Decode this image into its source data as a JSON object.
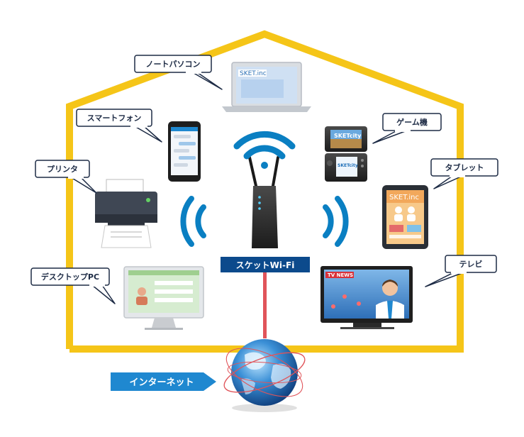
{
  "colors": {
    "house_outline": "#f5c518",
    "wifi_wave": "#0a7fc2",
    "label_fill": "#1f88d0",
    "router_label_fill": "#0c4a8c",
    "bubble_border": "#1d2b45",
    "cable": "#e0545a"
  },
  "devices": {
    "laptop": {
      "label": "ノートパソコン",
      "screen_text": "SKET.inc",
      "icon": "laptop-icon"
    },
    "smartphone": {
      "label": "スマートフォン",
      "icon": "smartphone-icon"
    },
    "game_console": {
      "label": "ゲーム機",
      "screen_text": "SKETcity",
      "screen_text_bottom": "SKETcity",
      "icon": "game-console-icon"
    },
    "printer": {
      "label": "プリンタ",
      "icon": "printer-icon"
    },
    "tablet": {
      "label": "タブレット",
      "screen_text": "SKET.inc",
      "icon": "tablet-icon"
    },
    "desktop_pc": {
      "label": "デスクトップPC",
      "icon": "desktop-pc-icon"
    },
    "tv": {
      "label": "テレビ",
      "screen_text": "TV NEWS",
      "icon": "tv-icon"
    }
  },
  "router": {
    "label": "スケットWi-Fi",
    "icon": "router-icon"
  },
  "internet": {
    "label": "インターネット",
    "icon": "globe-icon"
  }
}
